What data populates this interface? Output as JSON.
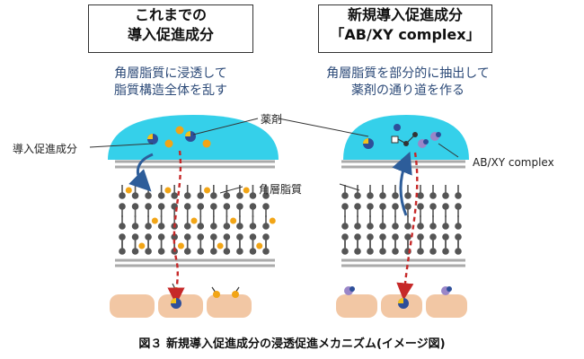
{
  "left_panel": {
    "title_line1": "これまでの",
    "title_line2": "導入促進成分",
    "description_line1": "角層脂質に浸透して",
    "description_line2": "脂質構造全体を乱す"
  },
  "right_panel": {
    "title_line1": "新規導入促進成分",
    "title_line2": "「AB/XY complex」",
    "description_line1": "角層脂質を部分的に抽出して",
    "description_line2": "薬剤の通り道を作る"
  },
  "labels": {
    "drug": "薬剤",
    "enhancer": "導入促進成分",
    "lipid": "角層脂質",
    "complex": "AB/XY complex"
  },
  "caption": "図３ 新規導入促進成分の浸透促進メカニズム(イメージ図)",
  "colors": {
    "droplet": "#35d0ea",
    "membrane": "#aaaaaa",
    "lipid": "#555555",
    "enhancer": "#f2a516",
    "drug_blue": "#2e4f9a",
    "drug_yellow": "#f2c21a",
    "arrow_blue": "#2d5d9a",
    "path_red": "#c62828",
    "cell": "#f2c7a4",
    "complex_purple": "#9a86c8"
  }
}
